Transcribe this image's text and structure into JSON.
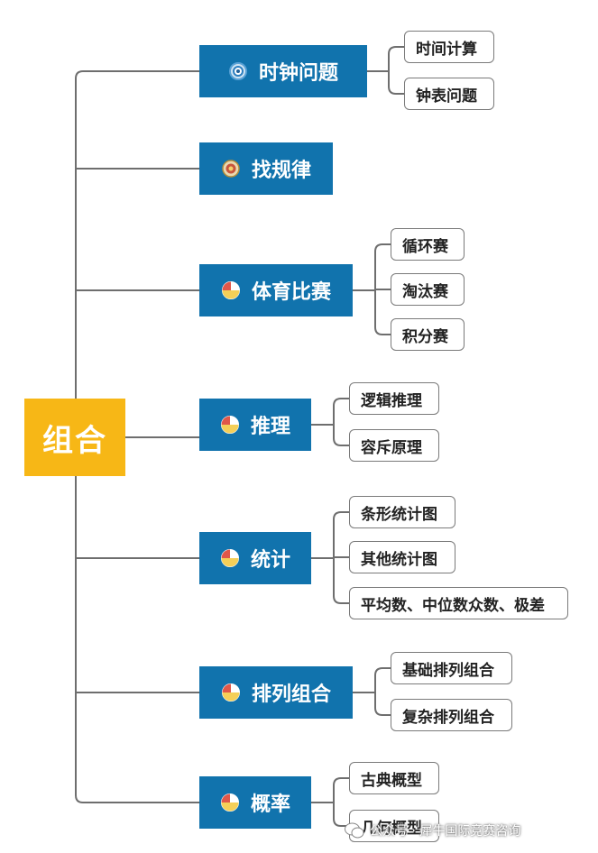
{
  "root": {
    "label": "组合"
  },
  "topics": [
    {
      "label": "时钟问题",
      "icon": "target-icon",
      "children": [
        "时间计算",
        "钟表问题"
      ]
    },
    {
      "label": "找规律",
      "icon": "badge-icon",
      "children": []
    },
    {
      "label": "体育比赛",
      "icon": "pie-chart-icon",
      "children": [
        "循环赛",
        "淘汰赛",
        "积分赛"
      ]
    },
    {
      "label": "推理",
      "icon": "pie-chart-icon",
      "children": [
        "逻辑推理",
        "容斥原理"
      ]
    },
    {
      "label": "统计",
      "icon": "pie-chart-icon",
      "children": [
        "条形统计图",
        "其他统计图",
        "平均数、中位数众数、极差"
      ]
    },
    {
      "label": "排列组合",
      "icon": "pie-chart-icon",
      "children": [
        "基础排列组合",
        "复杂排列组合"
      ]
    },
    {
      "label": "概率",
      "icon": "pie-chart-icon",
      "children": [
        "古典概型",
        "几何概型"
      ]
    }
  ],
  "watermark": {
    "text": "公众号 · 犀牛国际竞赛咨询",
    "icon": "wechat-icon"
  },
  "colors": {
    "root": "#f7b716",
    "topic": "#1173ad",
    "line": "#6e6e6e",
    "leaf_border": "#7a7a7a"
  }
}
